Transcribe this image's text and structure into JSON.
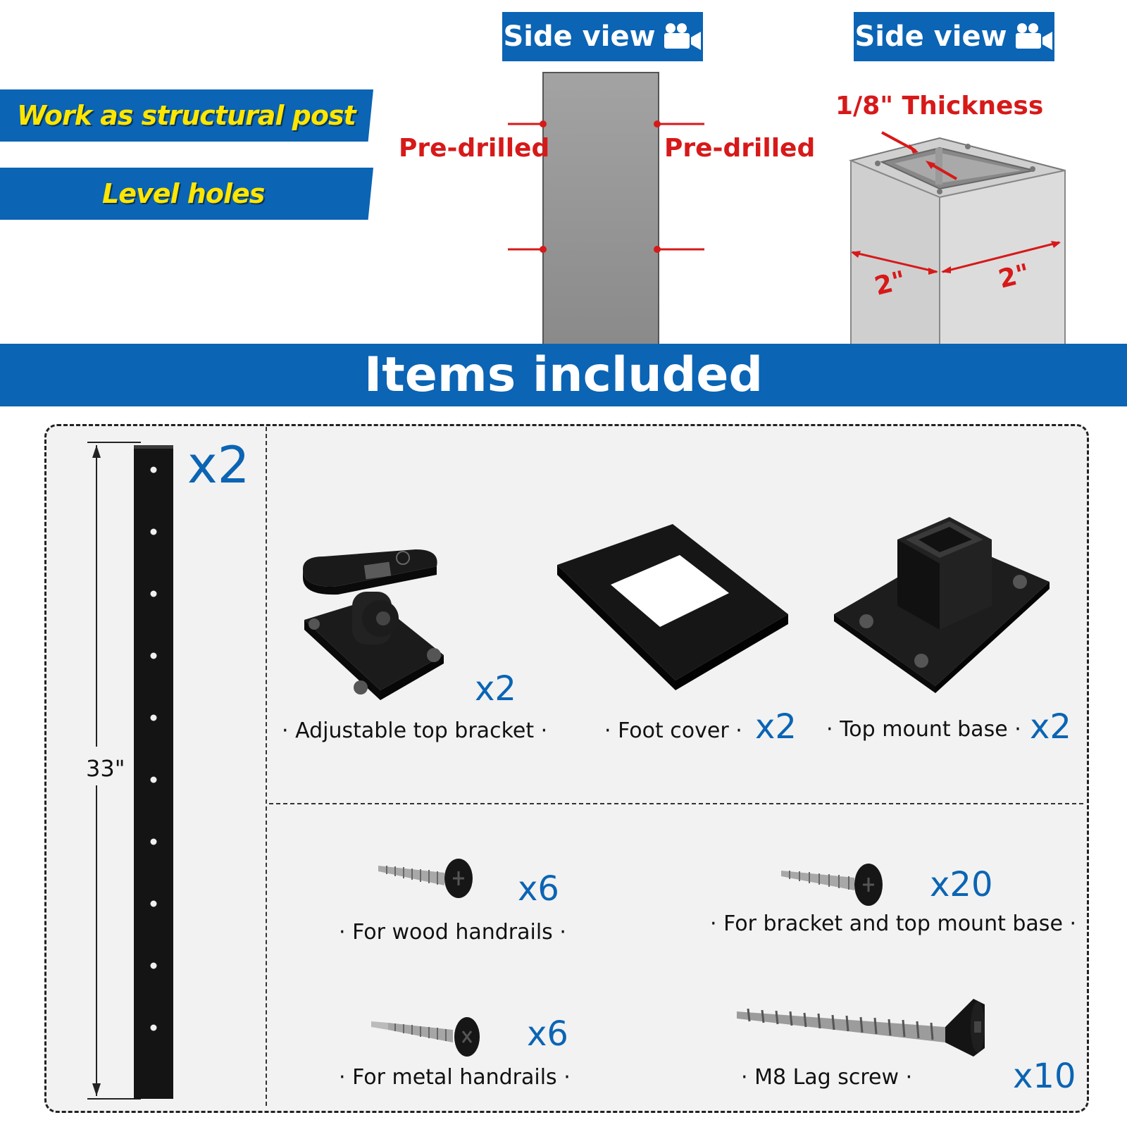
{
  "side_views": [
    {
      "label": "Side view",
      "icon": "video-camera-icon"
    },
    {
      "label": "Side view",
      "icon": "video-camera-icon"
    }
  ],
  "features": [
    "Work as structural post",
    "Level holes"
  ],
  "annotations": {
    "pre_drilled_left": "Pre-drilled",
    "pre_drilled_right": "Pre-drilled",
    "thickness": "1/8\" Thickness",
    "width_a": "2\"",
    "width_b": "2\""
  },
  "section_title": "Items included",
  "post": {
    "length": "33\"",
    "quantity": "x2"
  },
  "items": [
    {
      "name": "Adjustable top bracket",
      "quantity": "x2"
    },
    {
      "name": "Foot cover",
      "quantity": "x2"
    },
    {
      "name": "Top mount base",
      "quantity": "x2"
    }
  ],
  "screws": [
    {
      "name": "For wood handrails",
      "quantity": "x6"
    },
    {
      "name": "For bracket and top mount base",
      "quantity": "x20"
    },
    {
      "name": "For metal handrails",
      "quantity": "x6"
    },
    {
      "name": "M8 Lag screw",
      "quantity": "x10"
    }
  ],
  "colors": {
    "brand_blue": "#0b64b4",
    "highlight_yellow": "#ffe600",
    "annotation_red": "#d71919"
  }
}
